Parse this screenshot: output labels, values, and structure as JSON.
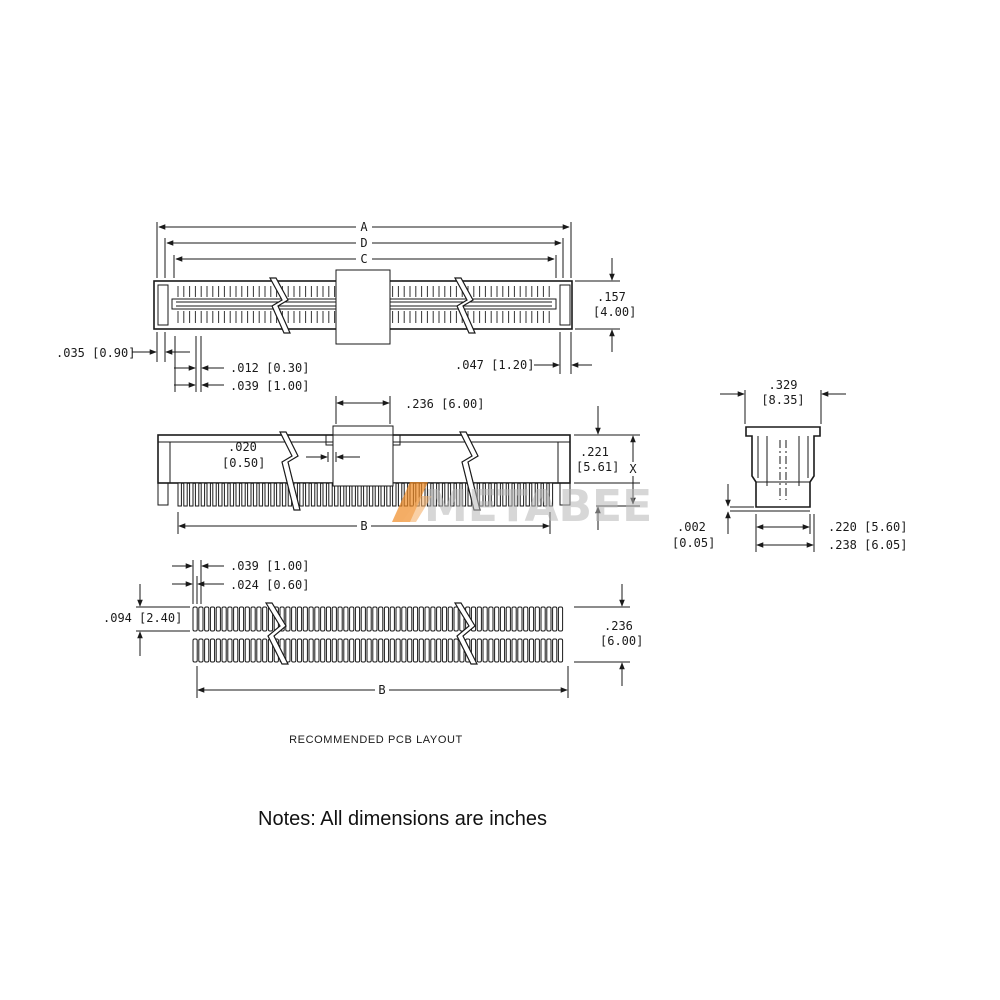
{
  "top_view": {
    "dim_a": "A",
    "dim_d": "D",
    "dim_c": "C",
    "height_in": ".157",
    "height_mm": "[4.00]",
    "left_edge": ".035 [0.90]",
    "pin_width": ".012 [0.30]",
    "pin_pitch": ".039 [1.00]",
    "right_edge": ".047 [1.20]"
  },
  "side_view": {
    "center_width": ".236 [6.00]",
    "slot_in": ".020",
    "slot_mm": "[0.50]",
    "height_in": ".221",
    "height_mm": "[5.61]",
    "dim_x": "X",
    "dim_b": "B"
  },
  "end_view": {
    "width_in": ".329",
    "width_mm": "[8.35]",
    "gap_in": ".002",
    "gap_mm": "[0.05]",
    "inner_width": ".220 [5.60]",
    "outer_width": ".238 [6.05]"
  },
  "pcb_layout": {
    "pitch": ".039 [1.00]",
    "pad_width": ".024 [0.60]",
    "pad_len_in": ".094",
    "pad_len_mm": "[2.40]",
    "row_span_in": ".236",
    "row_span_mm": "[6.00]",
    "dim_b": "B",
    "caption": "RECOMMENDED PCB LAYOUT"
  },
  "notes": "Notes: All dimensions are inches",
  "watermark": "METABEE",
  "colors": {
    "line": "#1a1a1a",
    "watermark_accent": "#f08a24"
  }
}
